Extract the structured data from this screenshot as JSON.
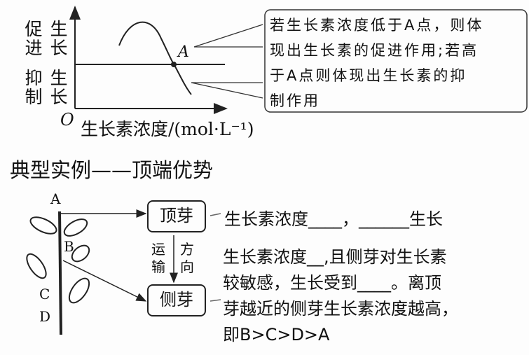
{
  "graph": {
    "y_upper": [
      "促进",
      "生长"
    ],
    "y_lower": [
      "抑制",
      "生长"
    ],
    "origin": "O",
    "xlabel": "生长素浓度/(mol·L⁻¹)",
    "point_label": "A",
    "callout": [
      "若生长素浓度低于A点，则体",
      "现出生长素的促进作用;若高",
      "于A点则体现出生长素的抑",
      "制作用"
    ]
  },
  "section_title": "典型实例——顶端优势",
  "plant": {
    "labels": [
      "A",
      "B",
      "C",
      "D"
    ],
    "apical_bud": "顶芽",
    "lateral_bud": "侧芽",
    "transport": [
      "运",
      "输"
    ],
    "direction": [
      "方",
      "向"
    ]
  },
  "text": {
    "apical_line": "生长素浓度____，______生长",
    "lateral_lines": [
      "生长素浓度__,且侧芽对生长素",
      "较敏感，生长受到____。离顶",
      "芽越近的侧芽生长素浓度越高，",
      "即B>C>D>A"
    ]
  }
}
